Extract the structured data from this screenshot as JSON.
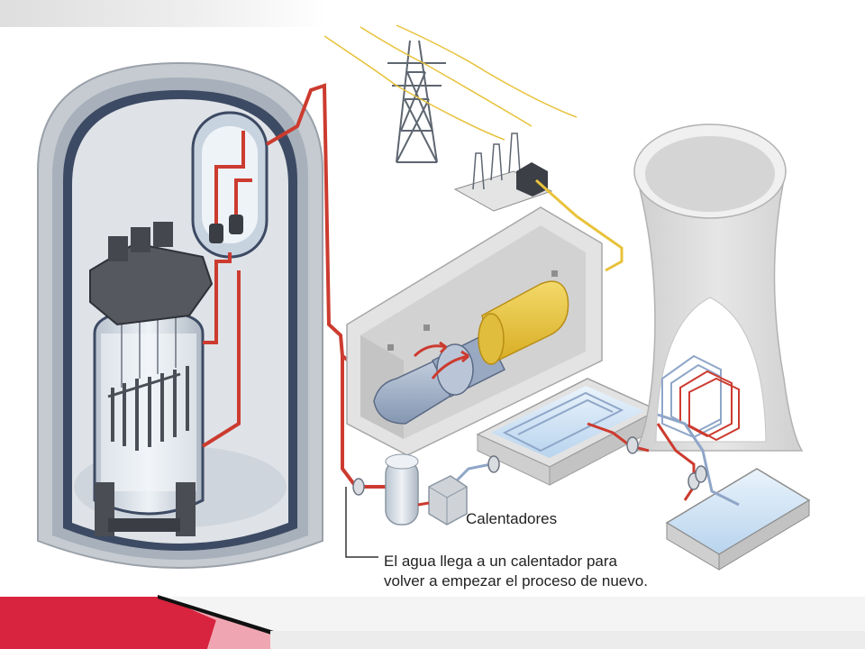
{
  "labels": {
    "heaters": "Calentadores",
    "caption_line1": "El agua llega a un calentador para",
    "caption_line2": "volver a empezar el proceso de nuevo."
  },
  "colors": {
    "hot_pipe": "#cc3b2f",
    "cold_pipe": "#8fa6c8",
    "power_line": "#e8c23a",
    "containment": "#c9ced4",
    "turbine_generator": "#e7c43b",
    "band_red": "#d8243e"
  },
  "icons": [
    "power-pylon-icon",
    "transformer-icon",
    "pump-icon"
  ]
}
